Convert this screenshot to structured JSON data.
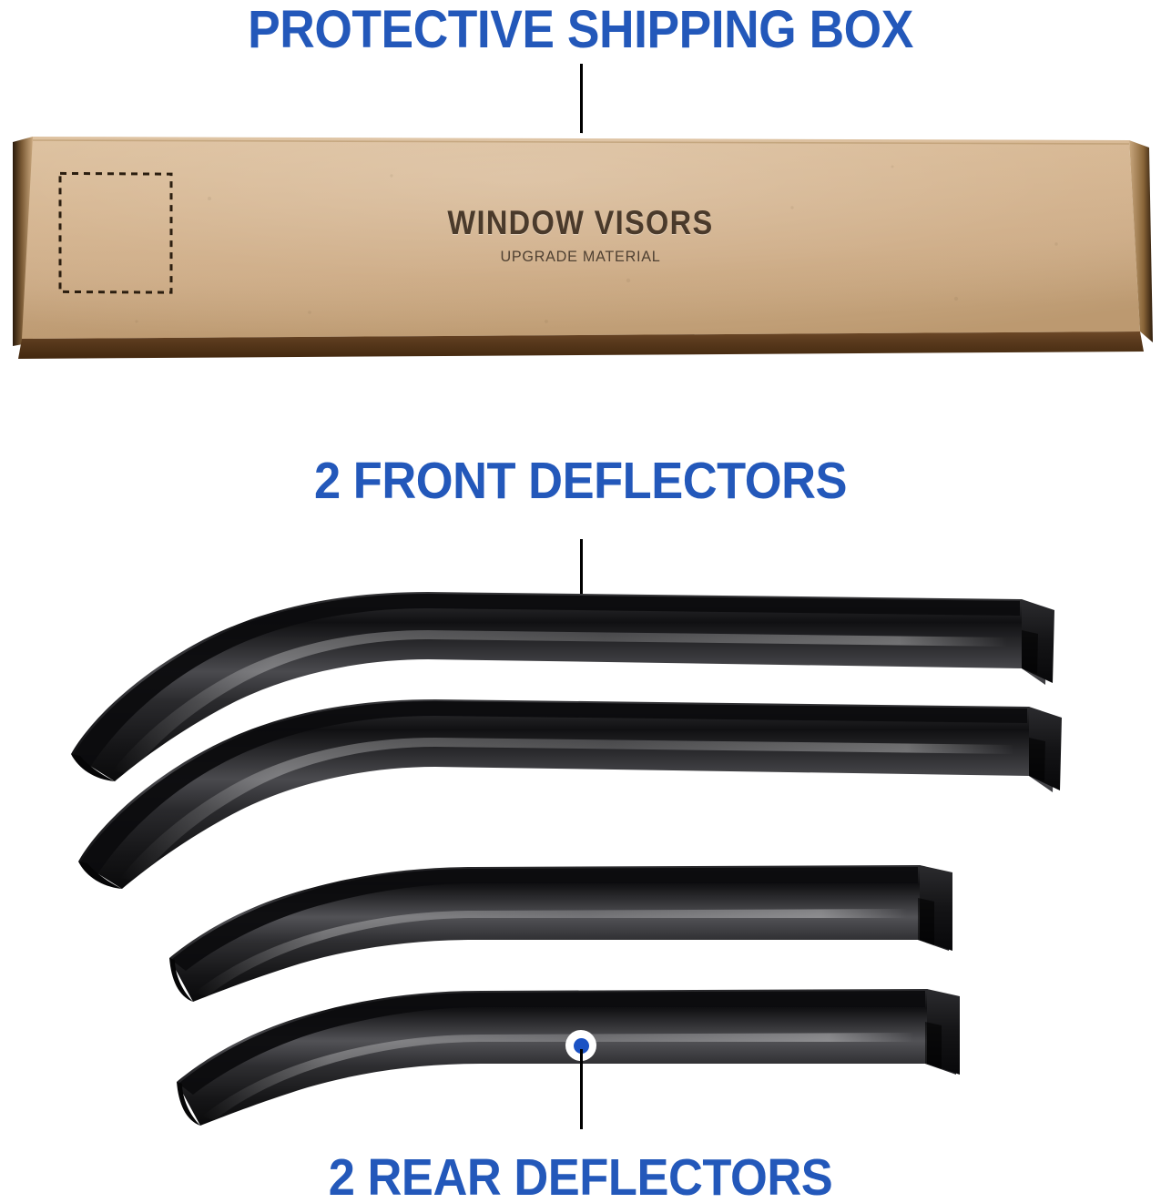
{
  "page": {
    "background_color": "#ffffff",
    "accent_color": "#2358BA",
    "callout_dot_color": "#1B52C4",
    "callout_line_color": "#000000"
  },
  "headings": {
    "box": "PROTECTIVE SHIPPING BOX",
    "front": "2 FRONT DEFLECTORS",
    "rear": "2 REAR DEFLECTORS"
  },
  "shipping_box": {
    "printed_title": "WINDOW VISORS",
    "printed_subtitle": "UPGRADE MATERIAL",
    "top_face_color": "#d3b188",
    "front_edge_color": "#5b3a1d",
    "side_flap_color": "#c7a376",
    "perforation_label": "dashed-tear-panel"
  },
  "products": {
    "front_deflector_count": 2,
    "rear_deflector_count": 2,
    "body_color": "#1a1a1a",
    "highlight_color": "#6e6e70"
  },
  "callouts": [
    {
      "id": "box",
      "target": "shipping-box",
      "label": "PROTECTIVE SHIPPING BOX"
    },
    {
      "id": "front",
      "target": "front-deflector",
      "label": "2 FRONT DEFLECTORS"
    },
    {
      "id": "rear",
      "target": "rear-deflector",
      "label": "2 REAR DEFLECTORS"
    }
  ]
}
